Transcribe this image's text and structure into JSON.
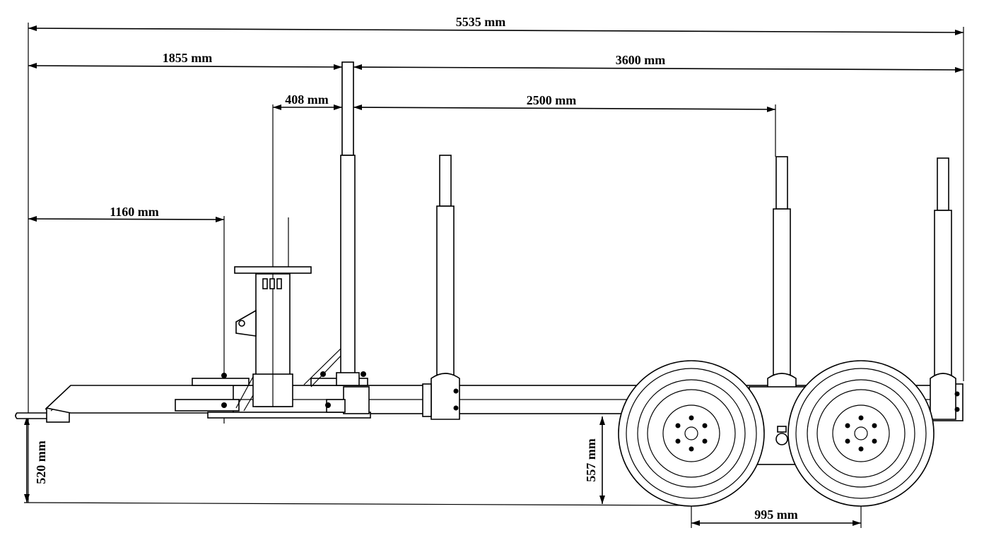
{
  "dimensions": {
    "overall_length": "5535 mm",
    "front_to_stake": "1855 mm",
    "stake_to_rear": "3600 mm",
    "turntable_offset": "408 mm",
    "stake_spacing": "2500 mm",
    "front_to_crane_axis": "1160 mm",
    "drawbar_height": "520 mm",
    "frame_height": "557 mm",
    "axle_spacing": "995 mm"
  }
}
